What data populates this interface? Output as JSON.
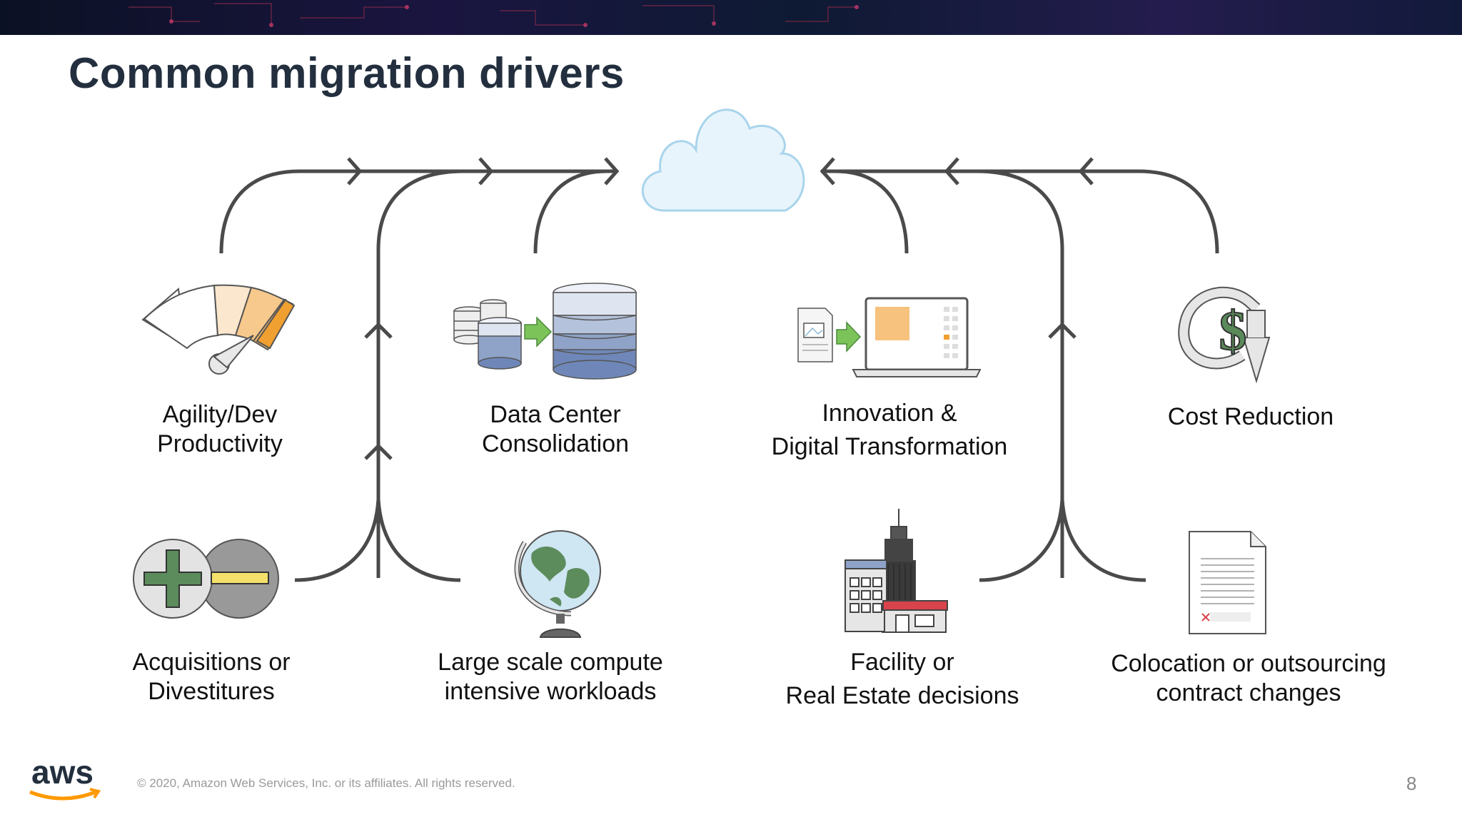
{
  "slide": {
    "title": "Common migration drivers",
    "footer": "© 2020, Amazon Web Services, Inc. or its affiliates. All rights reserved.",
    "page_number": "8",
    "logo": "aws"
  },
  "drivers": [
    {
      "line1": "Agility/Dev",
      "line2": "Productivity",
      "icon": "gauge-icon"
    },
    {
      "line1": "Data Center",
      "line2": "Consolidation",
      "icon": "database-consolidation-icon"
    },
    {
      "line1": "Innovation &",
      "line2": "Digital Transformation",
      "icon": "laptop-transform-icon"
    },
    {
      "line1": "Cost Reduction",
      "line2": "",
      "icon": "dollar-cycle-icon"
    },
    {
      "line1": "Acquisitions or",
      "line2": "Divestitures",
      "icon": "plus-minus-icon"
    },
    {
      "line1": "Large scale compute",
      "line2": "intensive workloads",
      "icon": "globe-icon"
    },
    {
      "line1": "Facility or",
      "line2": "Real Estate decisions",
      "icon": "buildings-icon"
    },
    {
      "line1": "Colocation or outsourcing",
      "line2": "contract changes",
      "icon": "contract-document-icon"
    }
  ],
  "colors": {
    "title": "#232f3e",
    "connector": "#4a4a4a",
    "cloud_fill": "#e8f4fb",
    "cloud_stroke": "#a9d4ec",
    "accent_orange": "#f0a030",
    "accent_green": "#7cc35a",
    "db_blue": "#6f87b8"
  }
}
